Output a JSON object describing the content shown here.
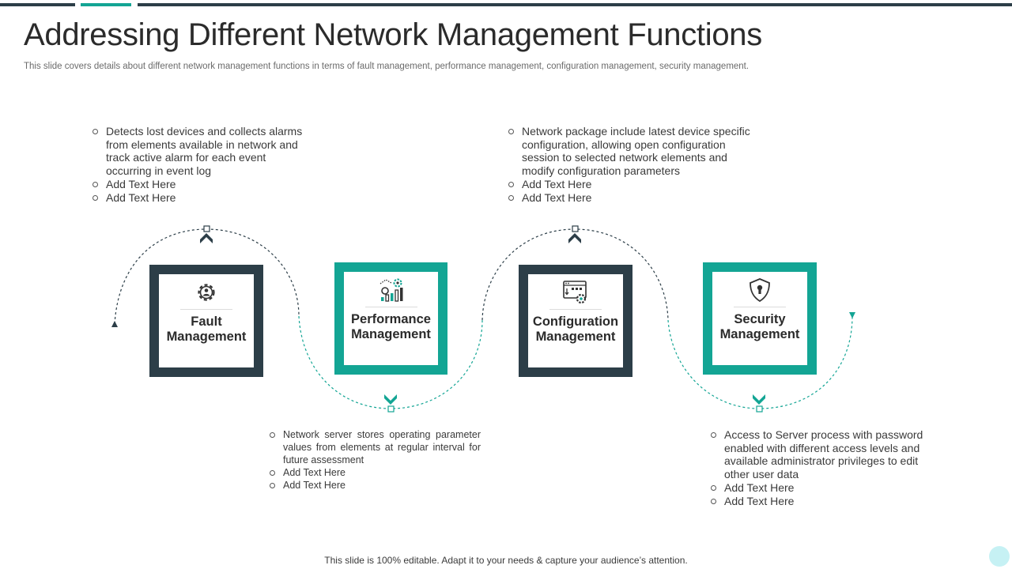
{
  "header": {
    "title": "Addressing Different Network Management Functions",
    "subtitle": "This slide covers details about different network management functions in terms of fault management, performance management, configuration management, security management."
  },
  "colors": {
    "dark": "#2c3e48",
    "teal": "#13a594",
    "text": "#3a3a3a"
  },
  "functions": [
    {
      "label_line1": "Fault",
      "label_line2": "Management",
      "icon": "gear-user-icon",
      "style": "dark",
      "bullets": [
        "Detects lost devices and collects alarms from elements available in network and track active alarm for each event occurring in event log",
        "Add Text Here",
        "Add Text Here"
      ]
    },
    {
      "label_line1": "Performance",
      "label_line2": "Management",
      "icon": "performance-chart-icon",
      "style": "teal",
      "bullets": [
        "Network server stores operating parameter values from elements at regular interval for future assessment",
        "Add Text Here",
        "Add Text Here"
      ]
    },
    {
      "label_line1": "Configuration",
      "label_line2": "Management",
      "icon": "browser-gear-icon",
      "style": "dark",
      "bullets": [
        "Network package include latest device specific configuration, allowing open configuration session to selected network elements and modify configuration parameters",
        "Add Text Here",
        "Add Text Here"
      ]
    },
    {
      "label_line1": "Security",
      "label_line2": "Management",
      "icon": "shield-lock-icon",
      "style": "teal",
      "bullets": [
        "Access to Server process with password enabled with different access levels and available administrator privileges to edit other user data",
        "Add Text Here",
        "Add Text Here"
      ]
    }
  ],
  "footer": {
    "text": "This slide is 100% editable. Adapt it to your needs & capture your audience’s attention."
  }
}
